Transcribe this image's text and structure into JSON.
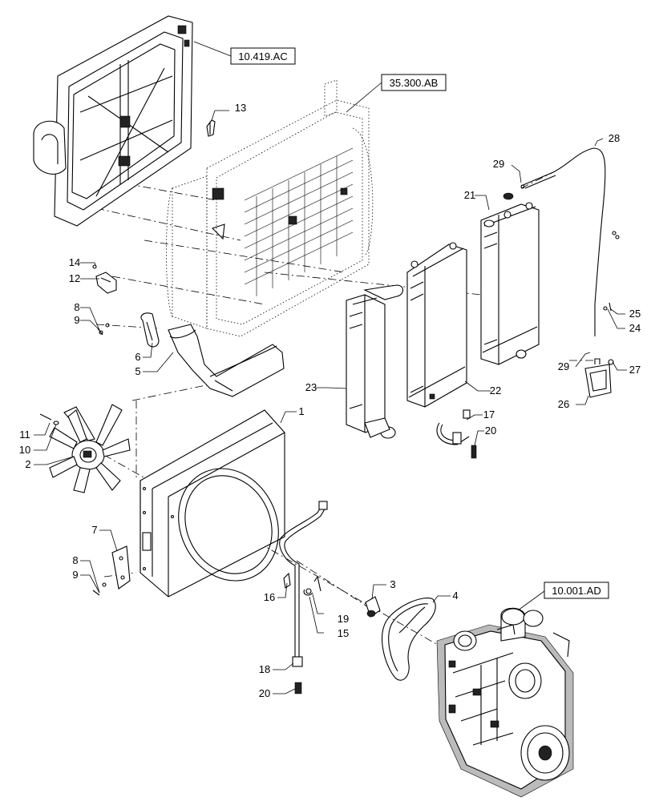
{
  "diagram": {
    "callouts": [
      "1",
      "2",
      "3",
      "4",
      "5",
      "6",
      "7",
      "8",
      "9",
      "10",
      "11",
      "12",
      "13",
      "14",
      "15",
      "16",
      "17",
      "18",
      "19",
      "20",
      "21",
      "22",
      "23",
      "24",
      "25",
      "26",
      "27",
      "28",
      "29"
    ],
    "references": {
      "ref_10_419": "10.419.AC",
      "ref_35_300": "35.300.AB",
      "ref_10_001": "10.001.AD"
    },
    "labels": {
      "l1": "1",
      "l2": "2",
      "l3": "3",
      "l4": "4",
      "l5": "5",
      "l6": "6",
      "l7": "7",
      "l8a": "8",
      "l8b": "8",
      "l9a": "9",
      "l9b": "9",
      "l10": "10",
      "l11": "11",
      "l12": "12",
      "l13": "13",
      "l14": "14",
      "l15": "15",
      "l16": "16",
      "l17": "17",
      "l18": "18",
      "l19": "19",
      "l20a": "20",
      "l20b": "20",
      "l21": "21",
      "l22": "22",
      "l23": "23",
      "l24": "24",
      "l25": "25",
      "l26": "26",
      "l27": "27",
      "l28": "28",
      "l29a": "29",
      "l29b": "29"
    }
  }
}
